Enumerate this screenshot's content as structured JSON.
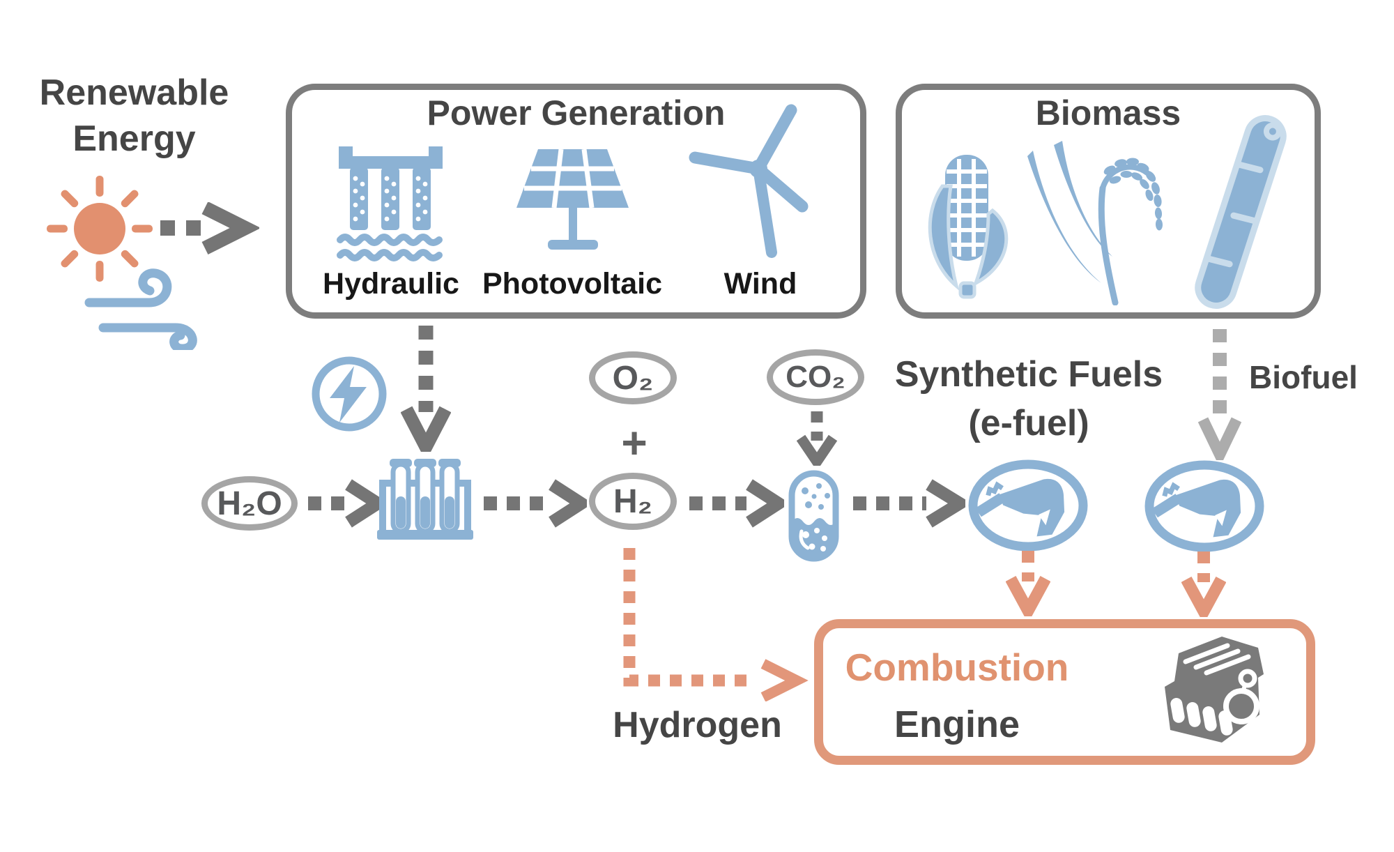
{
  "renewable": {
    "line1": "Renewable",
    "line2": "Energy"
  },
  "power_generation": {
    "title": "Power Generation",
    "items": [
      {
        "label": "Hydraulic"
      },
      {
        "label": "Photovoltaic"
      },
      {
        "label": "Wind"
      }
    ]
  },
  "biomass": {
    "title": "Biomass"
  },
  "flow": {
    "h2o": "H₂O",
    "o2": "O₂",
    "plus": "+",
    "h2": "H₂",
    "co2": "CO₂"
  },
  "synthetic_fuels": {
    "line1": "Synthetic Fuels",
    "line2": "(e-fuel)"
  },
  "biofuel_label": "Biofuel",
  "hydrogen_label": "Hydrogen",
  "combustion_engine": {
    "line1": "Combustion",
    "line2": "Engine"
  },
  "colors": {
    "icon_blue": "#8CB2D4",
    "icon_blue_light": "#C9DCEB",
    "accent_orange": "#E2967A",
    "sun_orange": "#E2906F",
    "arrow_gray": "#757575",
    "arrow_gray_light": "#ACACAC",
    "box_border_gray": "#7D7D7D",
    "oval_border_gray": "#A5A5A5",
    "oval_text_gray": "#58595B",
    "title_dark_gray": "#454545",
    "label_black": "#171717",
    "engine_gray": "#7A7A7A"
  },
  "icons": {
    "sun": "sun-shape",
    "wind": "wind-swirl",
    "dam": "hydro-dam",
    "solar": "solar-panel",
    "turbine": "wind-turbine",
    "corn": "corn-ear",
    "rice": "rice-plant",
    "sugarcane": "sugarcane-stalk",
    "electricity": "lightning-bolt-circle",
    "electrolysis": "test-tube-rack",
    "synthesis": "capsule-reactor",
    "fuel": "fuel-nozzle-circle",
    "engine": "engine-block"
  }
}
